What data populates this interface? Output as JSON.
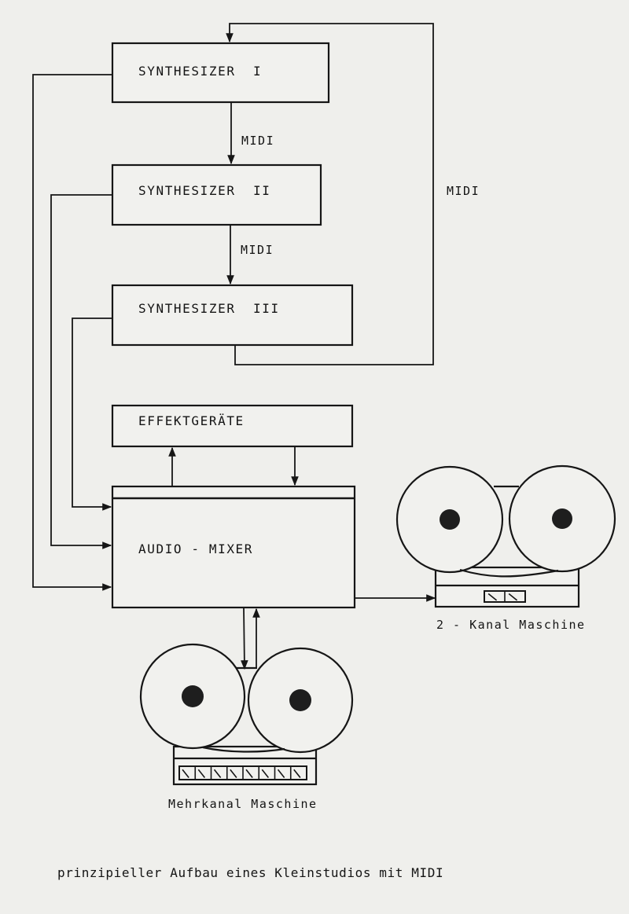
{
  "diagram": {
    "caption": "prinzipieller Aufbau eines Kleinstudios mit MIDI",
    "nodes": {
      "synth1": {
        "label": "SYNTHESIZER  I"
      },
      "synth2": {
        "label": "SYNTHESIZER  II"
      },
      "synth3": {
        "label": "SYNTHESIZER  III"
      },
      "effects": {
        "label": "EFFEKTGERÄTE"
      },
      "mixer": {
        "label": "AUDIO - MIXER"
      },
      "multitrack": {
        "label": "Mehrkanal Maschine",
        "meter_count": 8
      },
      "twotrack": {
        "label": "2 - Kanal Maschine",
        "meter_count": 2
      }
    },
    "edges": [
      {
        "from": "synth1",
        "to": "synth2",
        "label": "MIDI"
      },
      {
        "from": "synth2",
        "to": "synth3",
        "label": "MIDI"
      },
      {
        "from": "synth3",
        "to": "synth1",
        "label": "MIDI"
      },
      {
        "from": "synth1",
        "to": "mixer",
        "label": ""
      },
      {
        "from": "synth2",
        "to": "mixer",
        "label": ""
      },
      {
        "from": "synth3",
        "to": "mixer",
        "label": ""
      },
      {
        "from": "mixer",
        "to": "effects",
        "label": ""
      },
      {
        "from": "effects",
        "to": "mixer",
        "label": ""
      },
      {
        "from": "mixer",
        "to": "multitrack",
        "label": ""
      },
      {
        "from": "multitrack",
        "to": "mixer",
        "label": ""
      },
      {
        "from": "mixer",
        "to": "twotrack",
        "label": ""
      }
    ],
    "edge_labels": {
      "midi_1_2": "MIDI",
      "midi_2_3": "MIDI",
      "midi_loop": "MIDI"
    }
  }
}
